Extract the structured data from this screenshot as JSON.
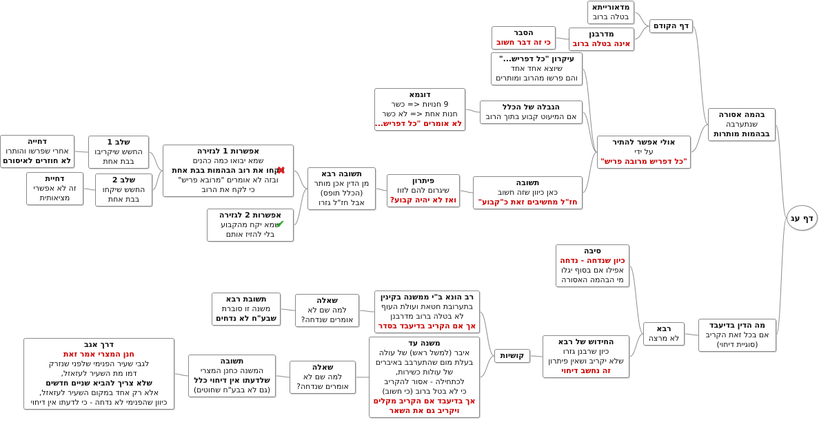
{
  "root": "דף עג",
  "nodes": {
    "prev_page": [
      "דף הקודם"
    ],
    "deoraita": [
      "מדאורייתא",
      "בטלה ברוב"
    ],
    "derabanan": [
      "מדרבנן",
      "אינה בטלה ברוב"
    ],
    "reason": [
      "הסבר",
      "כי זה דבר חשוב"
    ],
    "forbidden": [
      "בהמה אסורה",
      "שנתערבה",
      "בבהמות מותרות"
    ],
    "principle": [
      "עיקרון \"כל דפריש...\"",
      "שיוצא אחד אחד",
      "והם פרשו מהרוב ומותרים"
    ],
    "example": [
      "דוגמא",
      "9 חנויות  <= כשר",
      "חנות אחת  <= לא כשר",
      "לא אומרים \"כל דפריש..."
    ],
    "limit": [
      "הגבלה של הכלל",
      "אם המיעוט קבוע  בתוך הרוב"
    ],
    "maybe": [
      "אולי אפשר להתיר",
      "על ידי",
      "\"כל דפריש מרובה פריש\""
    ],
    "answer": [
      "תשובה",
      "כאן כיוון שזה חשוב",
      "חז\"ל מחשיבים זאת כ\"קבוע\""
    ],
    "solution": [
      "פיתרון",
      "שיגרום להם לזוז",
      "ואז לא יהיה קבוע?"
    ],
    "rava_answer": [
      "תשובה רבא",
      "מן הדין אכן מותר",
      "(הכלל תופס)",
      "אבל חז\"ל גזרו"
    ],
    "option1": [
      "אפשרות 1 לגזירה",
      "שמא יבואו כמה כהנים",
      "ויקחו את רוב הבהמות בבת אחת",
      "ובזה לא אומרים \"מרובא פריש\"",
      "כי לקח את הרוב"
    ],
    "option2": [
      "אפשרות 2 לגזירה",
      "שמא יקח מהקבוע",
      "בלי להזיז אותם"
    ],
    "stage1": [
      "שלב 1",
      "החשש שיקריבו",
      "בבת אחת"
    ],
    "stage2": [
      "שלב 2",
      "החשש שיקחו",
      "בבת אחת"
    ],
    "rejection": [
      "דחייה",
      "אחרי שפרשו והותרו",
      "לא חוזרים לאיסורם"
    ],
    "reject2": [
      "דחיית",
      "זה לא אפשרי",
      "מציאותית"
    ],
    "cause": [
      "סיבה",
      "כיון שנדחה - נדחה",
      "אפילו אם בסוף יגלו",
      "מי הבהמה האסורה"
    ],
    "bediavad": [
      "מה הדין בדיעבד",
      "אם בכל זאת הקריב",
      "(סוגיית דיחוי)"
    ],
    "rava": [
      "רבא",
      "לא מרצה"
    ],
    "novelty": [
      "החידוש של רבא",
      "כיון שרבנן גזרו",
      "שלא יקריב ושאין פיתרון",
      "זה נחשב דיחוי"
    ],
    "difficulties": [
      "קושיות"
    ],
    "rav_huna": [
      "רב הונא ב\"י ממשנה בקינין",
      "בתערובת חטאת ועולת העוף",
      "לא בטלה ברוב מדרבנן",
      "אך אם הקריב בדיעבד בסדר"
    ],
    "mishna": [
      "משנה עד",
      "איבר (למשל ראש) של עולה",
      "בעלת מום שהתערבב באיברים",
      "של עולות כשירות,",
      "לכתחילה - אסור להקריב",
      "כי לא בטל ברוב (כי חשוב)",
      "אך בדיעבד אם הקריב מקלים",
      "ויקריב גם את השאר"
    ],
    "question1": [
      "שאלה",
      "למה שם לא",
      "אומרים שנדחה?"
    ],
    "question2": [
      "שאלה",
      "למה שם לא",
      "אומרים שנדחה?"
    ],
    "rava_answer2": [
      "תשובת רבא",
      "משנה זו סוברת",
      "שבע\"ח לא נדחים"
    ],
    "answer2": [
      "תשובה",
      "המשנה כחנן המצרי",
      "שלדעתו אין דיחוי כלל",
      "(גם לא בבע\"ח שחוטים)"
    ],
    "aside": [
      "דרך אגב",
      "חנן המצרי אמר זאת",
      "לגבי שעיר הפנימי שלפני שנזרק",
      "דמו מת השעיר לעזאזל,",
      "שלא צריך להביא שניים חדשים",
      "אלא רק אחד במקום השעיר לעזאזל,",
      "כיוון שהפנימי לא נדחה - כי לדעתו אין דיחוי"
    ]
  },
  "markers": {
    "reject": "✖",
    "approve": "✔"
  },
  "colors": {
    "line": "#8c8c8c",
    "border": "#8a8a8a",
    "emphasis": "#cc0000"
  }
}
